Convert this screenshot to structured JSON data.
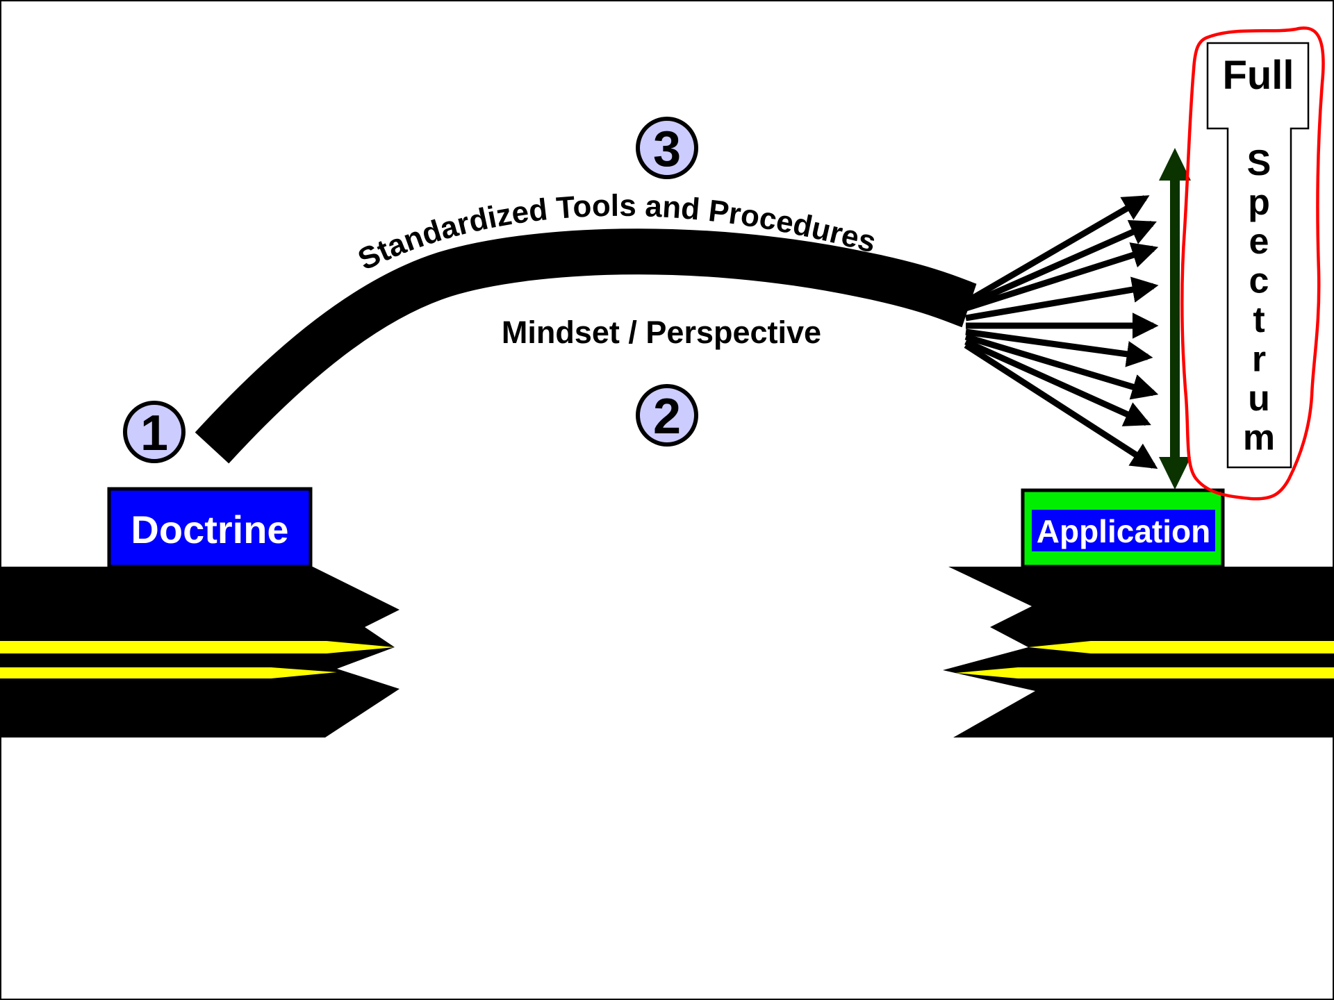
{
  "numbers": {
    "one": "1",
    "two": "2",
    "three": "3"
  },
  "doctrine_label": "Doctrine",
  "application_label": "Application",
  "arc_top_label": "Standardized Tools  and Procedures",
  "arc_bottom_label": "Mindset / Perspective",
  "full_spectrum": {
    "top": "Full",
    "letters": [
      "S",
      "p",
      "e",
      "c",
      "t",
      "r",
      "u",
      "m"
    ]
  },
  "colors": {
    "doctrine_box": "#0000ff",
    "application_outer": "#00ee00",
    "application_inner": "#0000ff",
    "badge_fill": "#ccccff",
    "road_stripe": "#ffff00",
    "range_arrow": "#0a3300",
    "highlight_outline": "#ff0000"
  }
}
